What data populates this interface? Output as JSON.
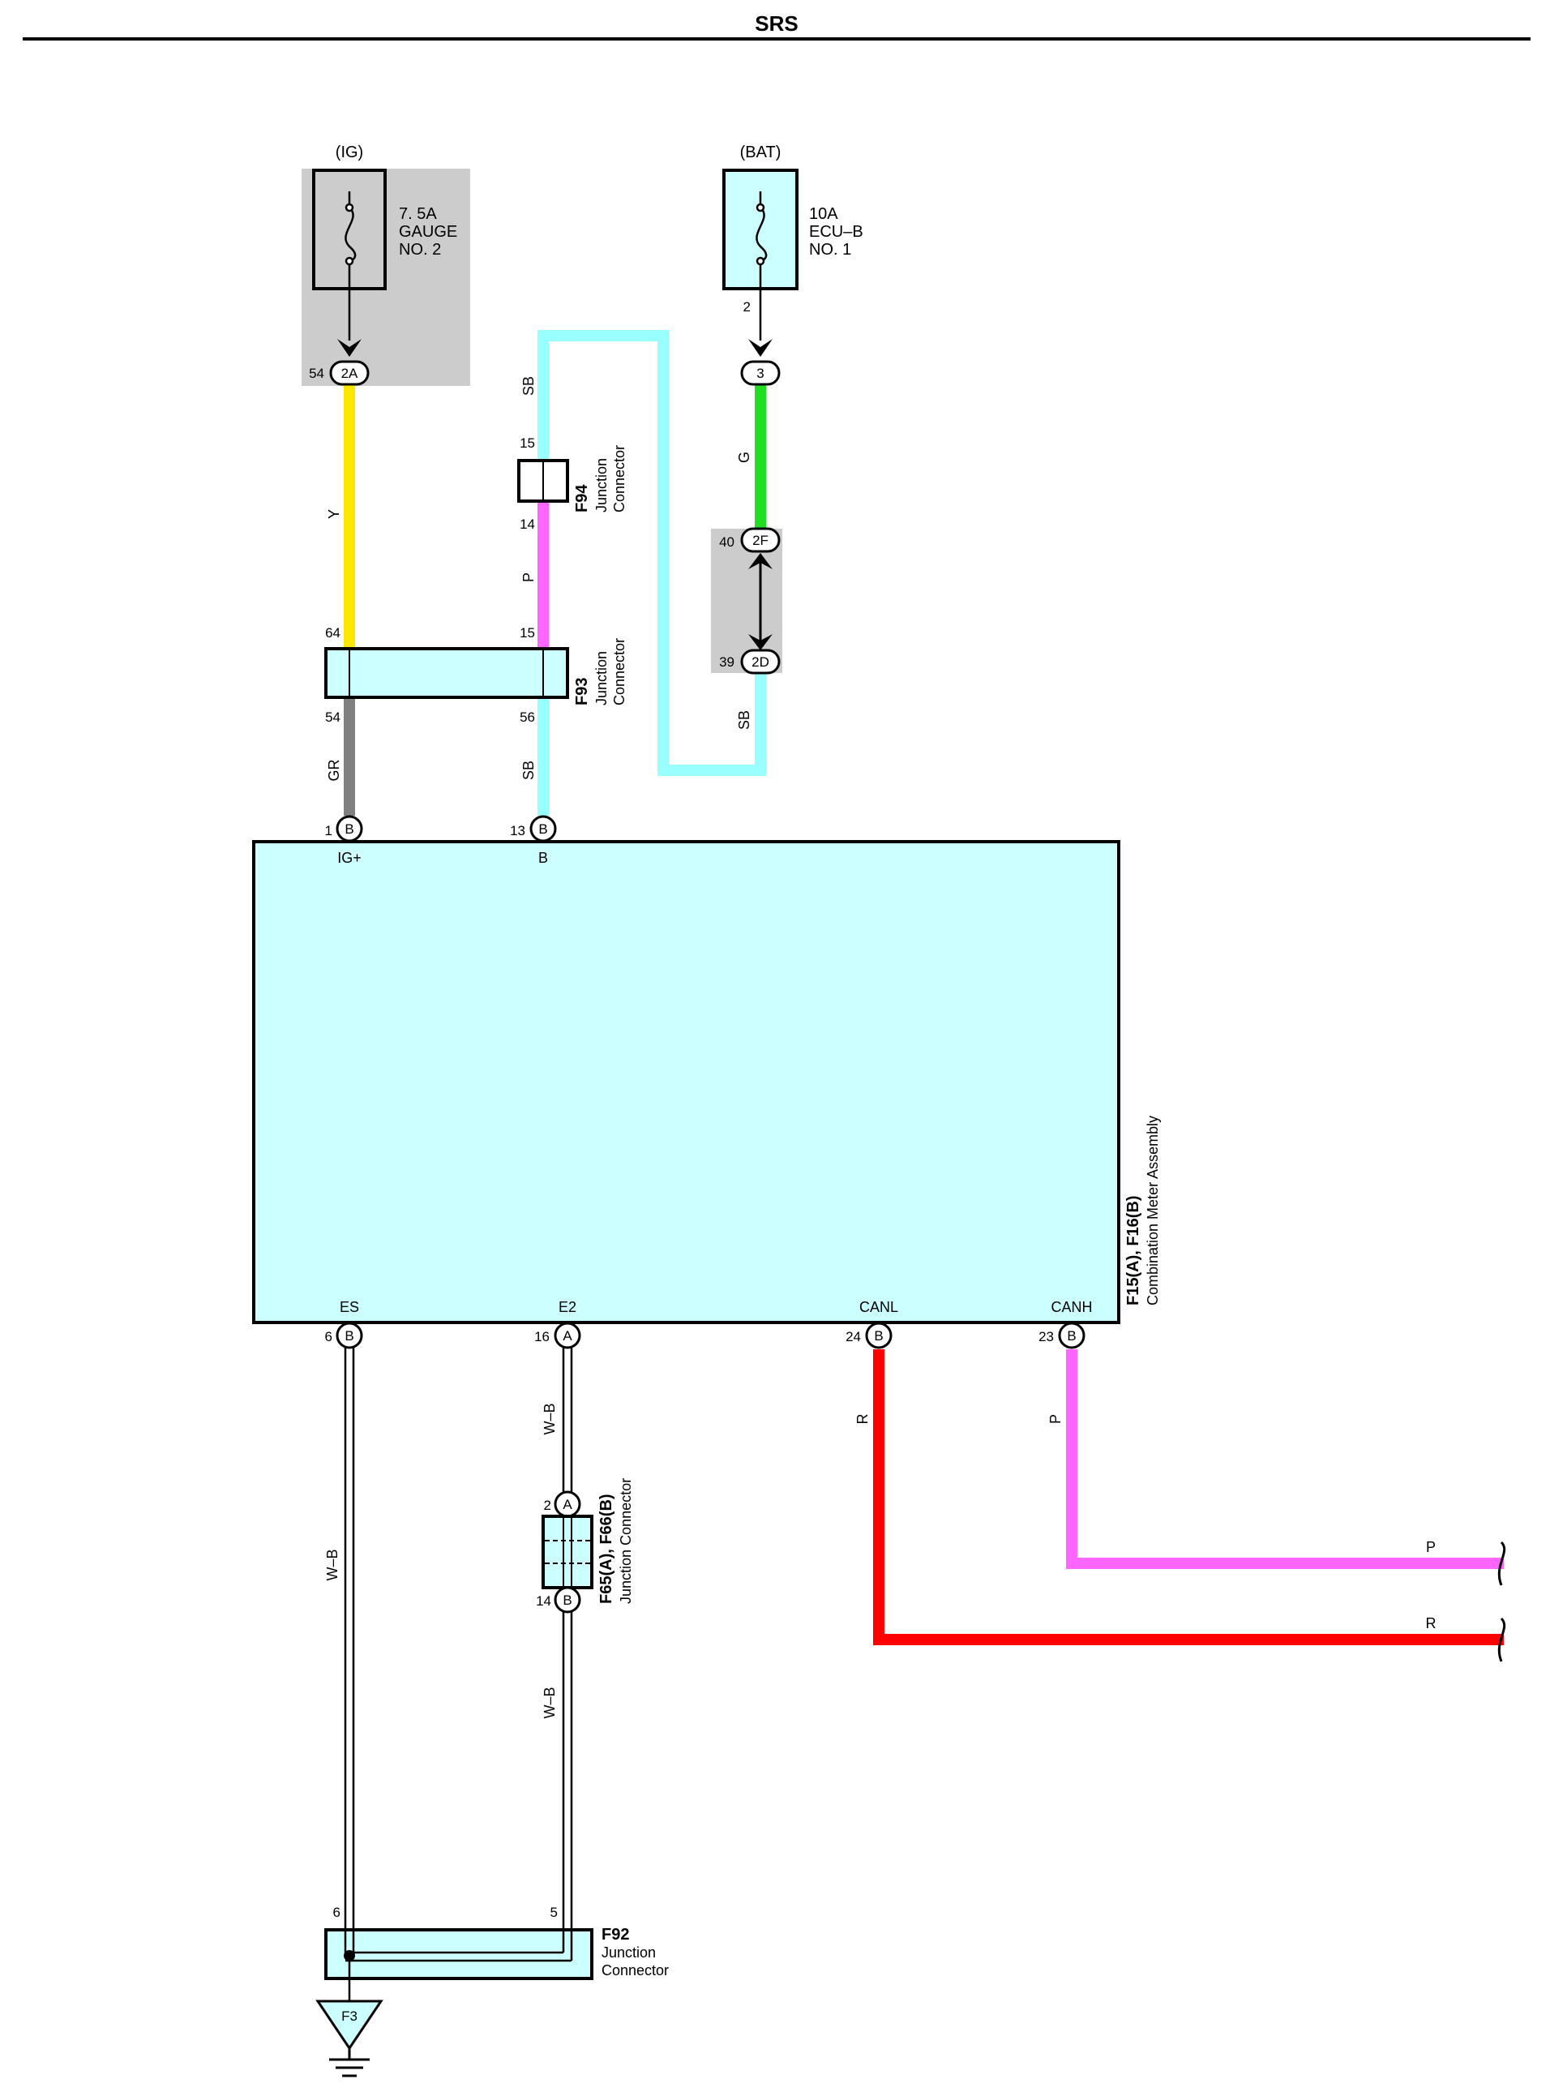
{
  "header": {
    "title": "SRS"
  },
  "fuses": {
    "gauge": {
      "source": "(IG)",
      "line1": "7. 5A",
      "line2": "GAUGE",
      "line3": "NO. 2",
      "pin_out": "54",
      "connector": "2A"
    },
    "ecu_b": {
      "source": "(BAT)",
      "line1": "10A",
      "line2": "ECU–B",
      "line3": "NO. 1",
      "pin_out": "2",
      "connector": "3"
    }
  },
  "connectors": {
    "f94": {
      "id": "F94",
      "line1": "Junction",
      "line2": "Connector",
      "pin_top": "15",
      "pin_bottom": "14"
    },
    "f93": {
      "id": "F93",
      "line1": "Junction",
      "line2": "Connector",
      "pin_tl": "64",
      "pin_tr": "15",
      "pin_bl": "54",
      "pin_br": "56"
    },
    "inline_2f_2d": {
      "top_pin": "40",
      "top_conn": "2F",
      "bottom_pin": "39",
      "bottom_conn": "2D"
    },
    "f65_f66": {
      "id": "F65(A), F66(B)",
      "line1": "Junction Connector",
      "pin_top": "2",
      "pin_top_conn": "A",
      "pin_bottom": "14",
      "pin_bottom_conn": "B"
    },
    "f92": {
      "id": "F92",
      "line1": "Junction",
      "line2": "Connector",
      "pin_left": "6",
      "pin_right": "5"
    }
  },
  "meter": {
    "id": "F15(A), F16(B)",
    "name": "Combination Meter Assembly",
    "pins_top": [
      {
        "num": "1",
        "conn": "B",
        "label": "IG+"
      },
      {
        "num": "13",
        "conn": "B",
        "label": "B"
      }
    ],
    "pins_bottom": [
      {
        "num": "6",
        "conn": "B",
        "label": "ES"
      },
      {
        "num": "16",
        "conn": "A",
        "label": "E2"
      },
      {
        "num": "24",
        "conn": "B",
        "label": "CANL"
      },
      {
        "num": "23",
        "conn": "B",
        "label": "CANH"
      }
    ]
  },
  "wires": {
    "y": "Y",
    "p_upper": "P",
    "gr": "GR",
    "sb_mid": "SB",
    "sb_top": "SB",
    "g": "G",
    "sb_right": "SB",
    "wb_left": "W–B",
    "wb_upper": "W–B",
    "wb_lower": "W–B",
    "r_vert": "R",
    "p_vert": "P",
    "p_h": "P",
    "r_h": "R"
  },
  "ground": {
    "id": "F3"
  },
  "colors": {
    "yellow": "#ffe600",
    "pink": "#ff66ff",
    "gray": "#808080",
    "lightblue": "#99ffff",
    "green": "#22dd22",
    "red": "#ff0000",
    "box_fill": "#ccffff",
    "shade": "#cccccc"
  }
}
